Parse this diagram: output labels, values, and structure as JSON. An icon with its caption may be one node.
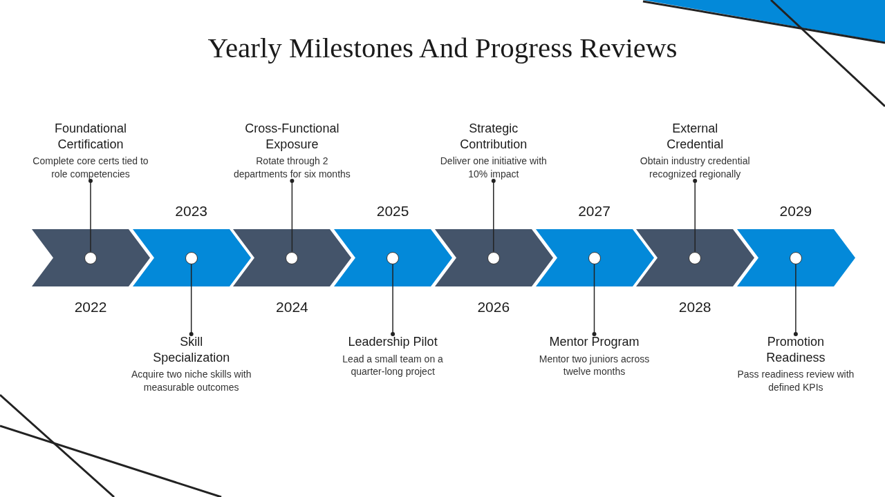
{
  "diagram": {
    "title": "Yearly Milestones And Progress Reviews",
    "nodes": [
      {
        "text": [
          "2022"
        ]
      },
      {
        "text": [],
        "shape": "circle",
        "in": 0
      },
      {
        "text": [
          "Foundational Certification",
          "Complete core certs tied to role competencies"
        ]
      },
      {
        "text": [
          "2023"
        ]
      },
      {
        "text": [],
        "shape": "circle",
        "in": 3
      },
      {
        "text": [
          "Skill Specialization",
          "Acquire two niche skills with measurable outcomes"
        ]
      },
      {
        "text": [
          "2024"
        ]
      },
      {
        "text": [],
        "shape": "circle",
        "in": 6
      },
      {
        "text": [
          "Cross-Functional Exposure",
          "Rotate through 2 departments for six months"
        ]
      },
      {
        "text": [
          "2025"
        ]
      },
      {
        "text": [],
        "shape": "circle",
        "in": 9
      },
      {
        "text": [
          "Leadership Pilot",
          "Lead a small team on a quarter-long project"
        ]
      },
      {
        "text": [
          "2026"
        ]
      },
      {
        "text": [],
        "shape": "circle",
        "in": 12
      },
      {
        "text": [
          "Strategic Contribution",
          "Deliver one initiative with 10% impact"
        ]
      },
      {
        "text": [
          "2027"
        ]
      },
      {
        "text": [],
        "shape": "circle",
        "in": 15
      },
      {
        "text": [
          "Mentor Program",
          "Mentor two juniors across twelve months"
        ]
      },
      {
        "text": [
          "2028"
        ]
      },
      {
        "text": [],
        "shape": "circle",
        "in": 18
      },
      {
        "text": [
          "External Credential",
          "Obtain industry credential recognized regionally"
        ]
      },
      {
        "text": [
          "2029"
        ]
      },
      {
        "text": [],
        "shape": "circle",
        "in": 21
      },
      {
        "text": [
          "Promotion Readiness",
          "Pass readiness review with defined KPIs"
        ]
      }
    ],
    "edges": [
      {
        "from": 2,
        "to": 1,
        "arrow": "other"
      },
      {
        "from": 5,
        "to": 4,
        "arrow": "other"
      },
      {
        "from": 8,
        "to": 7,
        "arrow": "other"
      },
      {
        "from": 11,
        "to": 10,
        "arrow": "other"
      },
      {
        "from": 14,
        "to": 13,
        "arrow": "other"
      },
      {
        "from": 17,
        "to": 16,
        "arrow": "other"
      },
      {
        "from": 20,
        "to": 19,
        "arrow": "other"
      },
      {
        "from": 23,
        "to": 22,
        "arrow": "other"
      }
    ]
  }
}
